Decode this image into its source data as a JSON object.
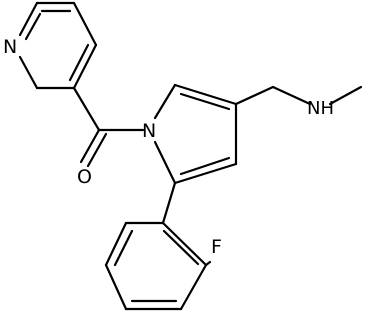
{
  "molecule": {
    "atoms": {
      "pyridine_n": "N",
      "pyrrole_n": "N",
      "carbonyl_o": "O",
      "amine_nh": "NH",
      "fluorine": "F"
    }
  },
  "colors": {
    "bond": "#000000",
    "label": "#000000",
    "background": "#ffffff"
  }
}
